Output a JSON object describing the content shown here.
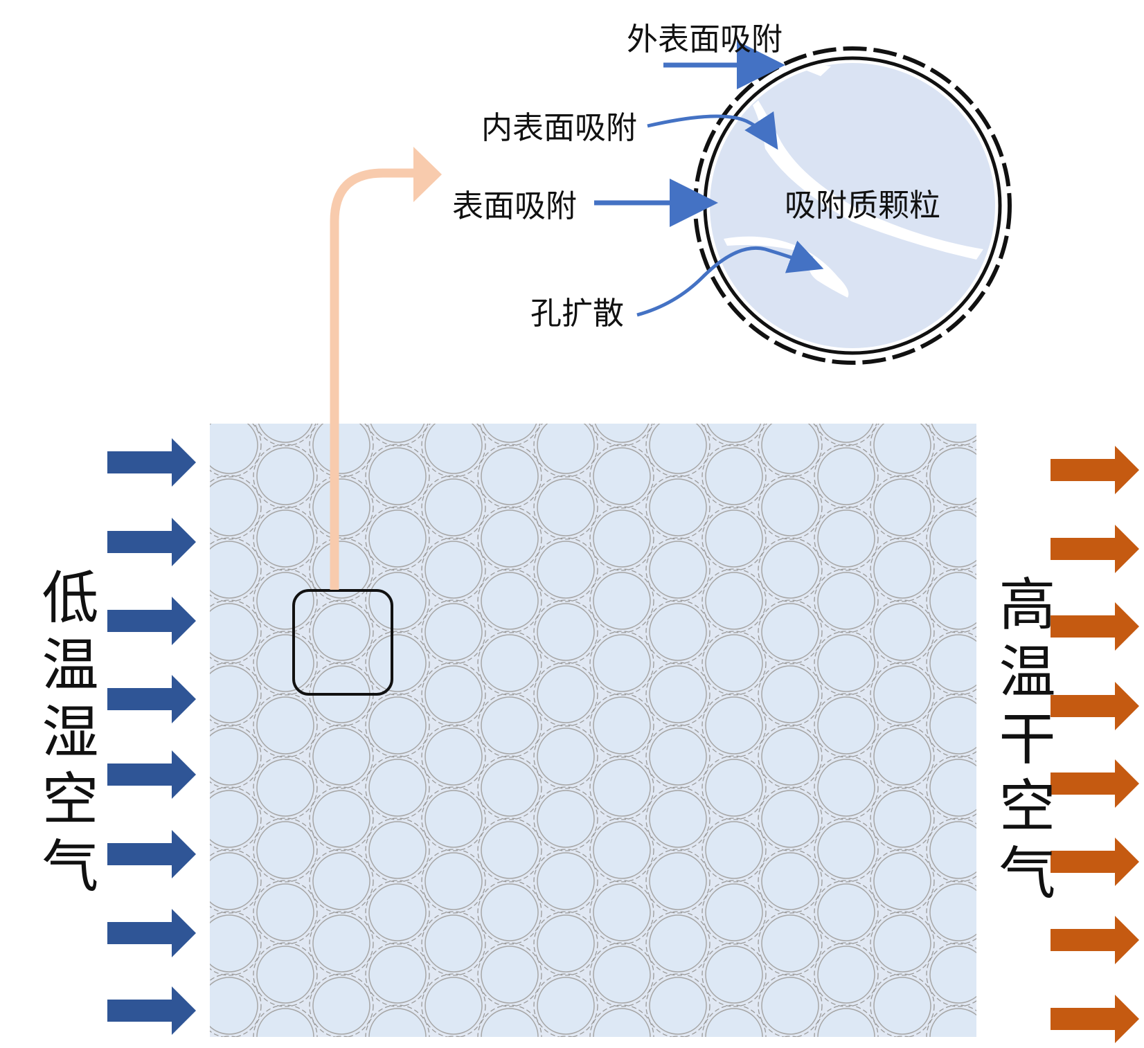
{
  "labels": {
    "outer_surface": "外表面吸附",
    "inner_surface": "内表面吸附",
    "surface": "表面吸附",
    "particle": "吸附质颗粒",
    "pore_diffusion": "孔扩散",
    "inlet_air": "低温湿空气",
    "outlet_air": "高温干空气"
  },
  "colors": {
    "bed_background": "#e1e8f3",
    "particle_fill": "#dde8f5",
    "particle_stroke": "#a6a6a6",
    "inlet_arrow": "#2f5596",
    "outlet_arrow": "#c55a11",
    "callout_arrow": "#f8cbad",
    "annotation_arrow": "#4472c4",
    "zoom_particle_fill": "#dae3f3"
  },
  "icons": {
    "inlet_arrows": "arrow-right-icon",
    "outlet_arrows": "arrow-right-icon"
  }
}
